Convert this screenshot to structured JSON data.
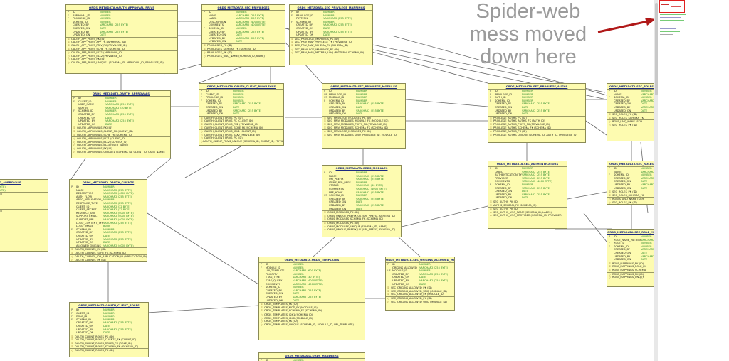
{
  "annotation": {
    "line1": "Spider-web",
    "line2": "mess moved",
    "line3": "down here",
    "arrow_color": "#b01818"
  },
  "colors": {
    "table_fill": "#fdfbb0",
    "title": "#1d2b80",
    "type": "#2a8a2a",
    "wire": "#666666"
  },
  "tables": [
    {
      "id": "t1",
      "title": "ORDS_METADATA.OAUTH_APPROVAL_PRIVS",
      "cols": [
        [
          "P",
          "ID",
          "NUMBER"
        ],
        [
          "F",
          "APPROVAL_ID",
          "NUMBER"
        ],
        [
          "F",
          "PRIVILEGE_ID",
          "NUMBER"
        ],
        [
          "F",
          "SCHEMA_ID",
          "NUMBER"
        ],
        [
          "",
          "CREATED_BY",
          "VARCHAR2 (255 BYTE)"
        ],
        [
          "",
          "CREATED_ON",
          "DATE"
        ],
        [
          "",
          "UPDATED_BY",
          "VARCHAR2 (255 BYTE)"
        ],
        [
          "",
          "UPDATED_ON",
          "DATE"
        ]
      ],
      "keys": [
        "OAUTH_APP_PRIVS_PK (ID)",
        "OAUTH_APP_PRIVS_APP_FK (APPROVAL_ID)",
        "OAUTH_APP_PRIVS_PRIV_FK (PRIVILEGE_ID)",
        "OAUTH_APP_PRIVS_SCHE_FK (SCHEMA_ID)"
      ],
      "indexes": [
        "OAUTH_APP_PRIVS_IDX1 (APPROVAL_ID)",
        "OAUTH_APP_PRIVS_IDX2 (PRIVILEGE_ID)",
        "OAUTH_APP_PRIVS_PK (ID)",
        "OAUTH_APP_PRIVS_UNIQUE1 (SCHEMA_ID, APPROVAL_ID, PRIVILEGE_ID)"
      ]
    },
    {
      "id": "t2",
      "title": "ORDS_METADATA.SEC_PRIVILEGES",
      "cols": [
        [
          "P",
          "ID",
          "NUMBER"
        ],
        [
          "",
          "NAME",
          "VARCHAR2 (255 BYTE)"
        ],
        [
          "",
          "LABEL",
          "VARCHAR2 (255 BYTE)"
        ],
        [
          "",
          "DESCRIPTION",
          "VARCHAR2 (4000 BYTE)"
        ],
        [
          "",
          "COMMENTS",
          "VARCHAR2 (4000 BYTE)"
        ],
        [
          "F",
          "SCHEMA_ID",
          "NUMBER"
        ],
        [
          "",
          "CREATED_BY",
          "VARCHAR2 (255 BYTE)"
        ],
        [
          "",
          "CREATED_ON",
          "DATE"
        ],
        [
          "",
          "UPDATED_BY",
          "VARCHAR2 (255 BYTE)"
        ],
        [
          "",
          "UPDATED_ON",
          "DATE"
        ]
      ],
      "keys": [
        "PRIVILEGES_PK (ID)",
        "PRIVILEGES_SCHEMA_FK (SCHEMA_ID)"
      ],
      "indexes": [
        "PRIVILEGES_PK (ID)",
        "PRIVILEGES_UNQ_NAME (SCHEMA_ID, NAME)"
      ]
    },
    {
      "id": "t3",
      "title": "ORDS_METADATA.SEC_PRIVILEGE_MAPPINGS",
      "cols": [
        [
          "P",
          "ID",
          "NUMBER"
        ],
        [
          "F",
          "PRIVILEGE_ID",
          "NUMBER"
        ],
        [
          "",
          "PATTERN",
          "VARCHAR2 (255 BYTE)"
        ],
        [
          "F",
          "SCHEMA_ID",
          "NUMBER"
        ],
        [
          "",
          "CREATED_BY",
          "VARCHAR2 (255 BYTE)"
        ],
        [
          "",
          "CREATED_ON",
          "DATE"
        ],
        [
          "",
          "UPDATED_BY",
          "VARCHAR2 (255 BYTE)"
        ],
        [
          "",
          "UPDATED_ON",
          "DATE"
        ]
      ],
      "keys": [
        "SEC_PRIVILEGE_MAPPINGS_PK (ID)",
        "SEC_PRIV_MAP_PRIVILEGE_FK (PRIVILEGE_ID)",
        "SEC_PRIV_MAP_SCHEMA_FK (SCHEMA_ID)"
      ],
      "indexes": [
        "SEC_PRIVILEGE_MAPPINGS_PK (ID)",
        "SEC_PRIV_MAP_PATTERN_UNQ (PATTERN, SCHEMA_ID)"
      ]
    },
    {
      "id": "t4",
      "title": "ORDS_METADATA.OAUTH_APPROVALS",
      "cols": [
        [
          "P",
          "ID",
          "NUMBER"
        ],
        [
          "F",
          "CLIENT_ID",
          "NUMBER"
        ],
        [
          "",
          "USER_NAME",
          "VARCHAR2 (255 BYTE)"
        ],
        [
          "",
          "STATUS",
          "VARCHAR2 (30 BYTE)"
        ],
        [
          "F",
          "SCHEMA_ID",
          "NUMBER"
        ],
        [
          "",
          "CREATED_BY",
          "VARCHAR2 (255 BYTE)"
        ],
        [
          "",
          "CREATED_ON",
          "DATE"
        ],
        [
          "",
          "UPDATED_BY",
          "VARCHAR2 (255 BYTE)"
        ],
        [
          "",
          "UPDATED_ON",
          "DATE"
        ]
      ],
      "keys": [
        "OAUTH_APPROVALS_PK (ID)",
        "OAUTH_APPROVALS_CLIENT_FK (CLIENT_ID)",
        "OAUTH_APPROVALS_SCHE_FK (SCHEMA_ID)"
      ],
      "indexes": [
        "OAUTH_APPROVALS_IDX1 (CLIENT_ID)",
        "OAUTH_APPROVALS_IDX2 (SCHEMA_ID)",
        "OAUTH_APPROVALS_IDX3 (USER_NAME)",
        "OAUTH_APPROVALS_PK (ID)",
        "OAUTH_APPROVALS_UNIQUE1 (SCHEMA_ID, CLIENT_ID, USER_NAME)"
      ]
    },
    {
      "id": "t5",
      "title": "ORDS_METADATA.OAUTH_CLIENT_PRIVILEGES",
      "cols": [
        [
          "P",
          "ID",
          "NUMBER"
        ],
        [
          "F",
          "CLIENT_ID",
          "NUMBER"
        ],
        [
          "F",
          "PRIVILEGE_ID",
          "NUMBER"
        ],
        [
          "F",
          "SCHEMA_ID",
          "NUMBER"
        ],
        [
          "",
          "CREATED_BY",
          "VARCHAR2 (255 BYTE)"
        ],
        [
          "",
          "CREATED_ON",
          "DATE"
        ],
        [
          "",
          "UPDATED_BY",
          "VARCHAR2 (255 BYTE)"
        ],
        [
          "",
          "UPDATED_ON",
          "DATE"
        ]
      ],
      "keys": [
        "OAUTH_CLIENT_PRIVS_PK (ID)",
        "OAUTH_CLIENT_PRIVS_FK (CLIENT_ID)",
        "OAUTH_CLIENT_PRIVS_FK2 (PRIVILEGE_ID)",
        "OAUTH_CLIENT_PRIVS_SCHE_FK (SCHEMA_ID)"
      ],
      "indexes": [
        "OAUTH_CLIENT_PRIVS_IDX1 (CLIENT_ID)",
        "OAUTH_CLIENT_PRIVS_IDX2 (PRIVILEGE_ID)",
        "OAUTH_CLIENT_PRIVS_PK (ID)",
        "OAUTH_CLIENT_PRIVS_UNIQUE (SCHEMA_ID, CLIENT_ID, PRIVILEGE_ID)"
      ]
    },
    {
      "id": "t6",
      "title": "ORDS_METADATA.SEC_PRIVILEGE_MODULES",
      "cols": [
        [
          "P",
          "ID",
          "NUMBER"
        ],
        [
          "UF",
          "PRIVILEGE_ID",
          "NUMBER"
        ],
        [
          "UF",
          "MODULE_ID",
          "NUMBER"
        ],
        [
          "F",
          "SCHEMA_ID",
          "NUMBER"
        ],
        [
          "",
          "CREATED_BY",
          "VARCHAR2 (255 BYTE)"
        ],
        [
          "",
          "CREATED_ON",
          "DATE"
        ],
        [
          "",
          "UPDATED_BY",
          "VARCHAR2 (255 BYTE)"
        ],
        [
          "",
          "UPDATED_ON",
          "DATE"
        ]
      ],
      "keys": [
        "SEC_PRIVILEGE_MODULES_PK (ID)",
        "SEC_PRIV_MODULES_MODULE_FK (MODULE_ID)",
        "SEC_PRIV_MODULES_PRIVS_FK (PRIVILEGE_ID)",
        "SEC_PRIV_MODULES_SCHEMA_FK (SCHEMA_ID)"
      ],
      "indexes": [
        "SEC_PRIVILEGE_MODULES_PK (ID)",
        "SEC_PRIV_MODULES_UNQ (PRIVILEGE_ID, MODULE_ID)"
      ]
    },
    {
      "id": "t7",
      "title": "ORDS_METADATA.SEC_PRIVILEGE_AUTHS",
      "cols": [
        [
          "P",
          "ID",
          "NUMBER"
        ],
        [
          "F",
          "PRIVILEGE_ID",
          "NUMBER"
        ],
        [
          "F",
          "AUTH_ID",
          "NUMBER"
        ],
        [
          "F",
          "SCHEMA_ID",
          "NUMBER"
        ],
        [
          "",
          "CREATED_BY",
          "VARCHAR2 (255 BYTE)"
        ],
        [
          "",
          "CREATED_ON",
          "DATE"
        ],
        [
          "",
          "UPDATED_BY",
          "VARCHAR2 (255 BYTE)"
        ],
        [
          "",
          "UPDATED_ON",
          "DATE"
        ]
      ],
      "keys": [
        "PRIVILEGE_AUTHS_PK (ID)",
        "PRIVILEGE_AUTHS_AUTHS_FK (AUTH_ID)",
        "PRIVILEGE_AUTHS_PRIVS_FK (PRIVILEGE_ID)",
        "PRIVILEGE_AUTHS_SCHEMA_FK (SCHEMA_ID)"
      ],
      "indexes": [
        "PRIVILEGE_AUTHS_PK (ID)",
        "PRIVILEGE_AUTHS_UNIQUE (SCHEMA_ID, AUTH_ID, PRIVILEGE_ID)"
      ]
    },
    {
      "id": "t8",
      "title": "ORDS_METADATA.SEC_ROLES",
      "cols": [
        [
          "P",
          "ID",
          "NUMBER"
        ],
        [
          "",
          "NAME",
          "VARCHAR2"
        ],
        [
          "F",
          "SCHEMA_ID",
          "NUMBER"
        ],
        [
          "",
          "CREATED_BY",
          "VARCHAR2"
        ],
        [
          "",
          "CREATED_ON",
          "DATE"
        ],
        [
          "",
          "UPDATED_BY",
          "VARCHAR2"
        ],
        [
          "",
          "UPDATED_ON",
          "DATE"
        ]
      ],
      "keys": [
        "SEC_ROLES_PK (ID)",
        "SEC_ROLES_SCHEMA_FK"
      ],
      "indexes": [
        "ROLE_UNQ_NAME (SCH",
        "SEC_ROLES_PK (ID)"
      ]
    },
    {
      "id": "t9",
      "title": "ORDS_METADATA.SEC_AUTHENTICATORS",
      "cols": [
        [
          "P",
          "ID",
          "NUMBER"
        ],
        [
          "",
          "LABEL",
          "VARCHAR2 (255 BYTE)"
        ],
        [
          "",
          "AUTHENTICATION_TYPE",
          "VARCHAR2 (255 BYTE)"
        ],
        [
          "",
          "PROVIDER",
          "VARCHAR2 (255 BYTE)"
        ],
        [
          "",
          "COMMENTS",
          "VARCHAR2 (4000 BYTE)"
        ],
        [
          "F",
          "SCHEMA_ID",
          "NUMBER"
        ],
        [
          "",
          "CREATED_BY",
          "VARCHAR2 (255 BYTE)"
        ],
        [
          "",
          "CREATED_ON",
          "DATE"
        ],
        [
          "",
          "UPDATED_BY",
          "VARCHAR2 (255 BYTE)"
        ],
        [
          "",
          "UPDATED_ON",
          "DATE"
        ]
      ],
      "keys": [
        "SEC_AUTHS_PK (ID)",
        "AUTHS_SCHEMA_FK (SCHEMA_ID)"
      ],
      "indexes": [
        "SEC_AUTHS_PK (ID)",
        "SEC_AUTHS_UNQ_NAME (SCHEMA_ID, LABEL)",
        "SEC_AUTHS_UNQ_PROVIDER (SCHEMA_ID, PROVIDER)"
      ]
    },
    {
      "id": "t10",
      "title": "ORDS_METADATA.SEC_ROLES",
      "cols": [
        [
          "P",
          "ID",
          "NUMBER"
        ],
        [
          "",
          "NAME",
          "VARCHAR2"
        ],
        [
          "F",
          "SCHEMA_ID",
          "NUMBER"
        ],
        [
          "",
          "CREATED_BY",
          "VARCHAR2"
        ],
        [
          "",
          "CREATED_ON",
          "DATE"
        ],
        [
          "",
          "UPDATED_BY",
          "VARCHAR2"
        ],
        [
          "",
          "UPDATED_ON",
          "DATE"
        ]
      ],
      "keys": [
        "SEC_ROLES_PK (ID)",
        "SEC_ROLES_SCHEMA_FK"
      ],
      "indexes": [
        "ROLES_UNQ_NAME (SCH",
        "SEC_ROLES_PK (ID)"
      ]
    },
    {
      "id": "t11",
      "title": "ORDS_METADATA.OAUTH_CLIENTS",
      "cols": [
        [
          "P",
          "ID",
          "NUMBER"
        ],
        [
          "",
          "NAME",
          "VARCHAR2 (255 BYTE)"
        ],
        [
          "",
          "DESCRIPTION",
          "VARCHAR2 (4000 BYTE)"
        ],
        [
          "",
          "AUTH_FLOW",
          "VARCHAR2 (255 BYTE)"
        ],
        [
          "",
          "AREG_APPLICATION_ID",
          "NUMBER"
        ],
        [
          "",
          "RESPONSE_TYPE",
          "VARCHAR2 (255 BYTE)"
        ],
        [
          "",
          "CLIENT_ID",
          "VARCHAR2 (32 BYTE)"
        ],
        [
          "",
          "CLIENT_SECRET",
          "VARCHAR2 (32 BYTE)"
        ],
        [
          "",
          "REDIRECT_URI",
          "VARCHAR2 (4000 BYTE)"
        ],
        [
          "",
          "SUPPORT_EMAIL",
          "VARCHAR2 (4000 BYTE)"
        ],
        [
          "",
          "SUPPORT_URI",
          "VARCHAR2 (4000 BYTE)"
        ],
        [
          "",
          "LOGO_CONTENT_TYPE",
          "VARCHAR2 (255 BYTE)"
        ],
        [
          "",
          "LOGO_IMAGE",
          "BLOB"
        ],
        [
          "F",
          "SCHEMA_ID",
          "NUMBER"
        ],
        [
          "",
          "CREATED_BY",
          "VARCHAR2 (255 BYTE)"
        ],
        [
          "",
          "CREATED_ON",
          "DATE"
        ],
        [
          "",
          "UPDATED_BY",
          "VARCHAR2 (255 BYTE)"
        ],
        [
          "",
          "UPDATED_ON",
          "DATE"
        ],
        [
          "",
          "ALLOWED_ORIGINS",
          "VARCHAR2 (4000 BYTE)"
        ]
      ],
      "keys": [
        "OAUTH_CLIENTS_PK (ID)",
        "OAUTH_CLIENTS_SCHE_FK (SCHEMA_ID)"
      ],
      "indexes": [
        "OAUTH_CLIENTS_IDX_APPLICATION_ID (APPLICATION_ID)",
        "OAUTH_CLIENTS_PK (ID)",
        "OAUTH_CLIENTS_UNIQUE (SCHEMA_ID, NAME)",
        "OAUTH_CLIENTS_UNIQUE3 (SCHEMA_ID, CLIENT_ID)"
      ]
    },
    {
      "id": "t12",
      "title": "ORDS_METADATA.ORDS_MODULES",
      "cols": [
        [
          "P",
          "ID",
          "NUMBER"
        ],
        [
          "",
          "NAME",
          "VARCHAR2 (255 BYTE)"
        ],
        [
          "",
          "URI_PREFIX",
          "VARCHAR2 (255 BYTE)"
        ],
        [
          "",
          "ITEMS_PER_PAGE",
          "NUMBER"
        ],
        [
          "",
          "STATUS",
          "VARCHAR2 (30 BYTE)"
        ],
        [
          "",
          "COMMENTS",
          "VARCHAR2 (4000 BYTE)"
        ],
        [
          "",
          "PRE_HOOK",
          "VARCHAR2 (255 BYTE)"
        ],
        [
          "UF",
          "SCHEMA_ID",
          "NUMBER"
        ],
        [
          "",
          "CREATED_BY",
          "VARCHAR2 (255 BYTE)"
        ],
        [
          "",
          "CREATED_ON",
          "DATE"
        ],
        [
          "",
          "UPDATED_BY",
          "VARCHAR2 (255 BYTE)"
        ],
        [
          "",
          "UPDATED_ON",
          "DATE"
        ]
      ],
      "keys": [
        "ORDS_MODULES_PK (ID)",
        "ORDS_UNIQUE_PREFIX_UK (URI_PREFIX, SCHEMA_ID)",
        "ORDS_MODULES_SCHEMA_FK (SCHEMA_ID)"
      ],
      "indexes": [
        "ORDS_MODULES_PK (ID)",
        "ORDS_MODULES_UNIQUE (SCHEMA_ID, NAME)",
        "ORDS_UNIQUE_PREFIX_UK (URI_PREFIX, SCHEMA_ID)"
      ]
    },
    {
      "id": "t13",
      "title": "ORDS_METADATA.SEC_ROLE_MAPPINGS",
      "cols": [
        [
          "P",
          "ID",
          "NUMBER"
        ],
        [
          "",
          "ROLE_NAME_PATTERN",
          "VARCHAR2"
        ],
        [
          "F",
          "ROLE_ID",
          "NUMBER"
        ],
        [
          "F",
          "SCHEMA_ID",
          "NUMBER"
        ],
        [
          "",
          "CREATED_BY",
          "VARCHAR2"
        ],
        [
          "",
          "CREATED_ON",
          "DATE"
        ],
        [
          "",
          "UPDATED_BY",
          "VARCHAR2"
        ],
        [
          "",
          "UPDATED_ON",
          "DATE"
        ]
      ],
      "keys": [
        "ROLE_MAPPINGS_PK (ID)",
        "ROLE_MAPPINGS_ROLE_FK",
        "ROLE_MAPPINGS_SCHEMA"
      ],
      "indexes": [
        "ROLE_MAPPINGS_PK (ID)",
        "ROLE_MAPPINGS_UNQ (R"
      ]
    },
    {
      "id": "t14",
      "title": "ORDS_METADATA.ORDS_TEMPLATES",
      "cols": [
        [
          "P",
          "ID",
          "NUMBER"
        ],
        [
          "F",
          "MODULE_ID",
          "NUMBER"
        ],
        [
          "",
          "URI_TEMPLATE",
          "VARCHAR2 (600 BYTE)"
        ],
        [
          "",
          "PRIORITY",
          "NUMBER"
        ],
        [
          "",
          "ETAG_TYPE",
          "VARCHAR2 (30 BYTE)"
        ],
        [
          "",
          "ETAG_QUERY",
          "VARCHAR2 (4000 BYTE)"
        ],
        [
          "",
          "COMMENTS",
          "VARCHAR2 (4000 BYTE)"
        ],
        [
          "F",
          "SCHEMA_ID",
          "NUMBER"
        ],
        [
          "",
          "CREATED_BY",
          "VARCHAR2 (255 BYTE)"
        ],
        [
          "",
          "CREATED_ON",
          "DATE"
        ],
        [
          "",
          "UPDATED_BY",
          "VARCHAR2 (255 BYTE)"
        ],
        [
          "",
          "UPDATED_ON",
          "DATE"
        ]
      ],
      "keys": [
        "ORDS_TEMPLATES_PK (ID)",
        "ORDS_TEMPLATES_MOD_FK (MODULE_ID)",
        "ORDS_TEMPLATES_SCHEMA_FK (SCHEMA_ID)"
      ],
      "indexes": [
        "ORDS_TEMPLATES_IDX1 (SCHEMA_ID)",
        "ORDS_TEMPLATES_IDX2 (MODULE_ID)",
        "ORDS_TEMPLATES_PK (ID)",
        "ORDS_TEMPLATES_UNIQUE (SCHEMA_ID, MODULE_ID, URI_TEMPLATE)"
      ]
    },
    {
      "id": "t15",
      "title": "ORDS_METADATA.SEC_ORIGINS_ALLOWED_MODULES",
      "cols": [
        [
          "P",
          "ID",
          "NUMBER"
        ],
        [
          "",
          "ORIGINS_ALLOWED",
          "VARCHAR2 (255 BYTE)"
        ],
        [
          "UF",
          "MODULE_ID",
          "NUMBER"
        ],
        [
          "",
          "CREATED_BY",
          "VARCHAR2 (255 BYTE)"
        ],
        [
          "",
          "CREATED_ON",
          "DATE"
        ],
        [
          "",
          "UPDATED_BY",
          "VARCHAR2 (255 BYTE)"
        ],
        [
          "",
          "UPDATED_ON",
          "DATE"
        ]
      ],
      "keys": [
        "SEC_ORIGINS_ALLOWED_PK (ID)",
        "SEC_ORIGINS_ALLOWED_UNQ (MODULE_ID)",
        "SEC_ORIGINS_ALLOWED_FK (MODULE_ID)"
      ],
      "indexes": [
        "SEC_ORIGINS_ALLOWED_PK (ID)",
        "SEC_ORIGINS_ALLOWED_UNQ (MODULE_ID)"
      ]
    },
    {
      "id": "t16",
      "title": "ORDS_METADATA.OAUTH_CLIENT_ROLES",
      "cols": [
        [
          "P",
          "ID",
          "NUMBER"
        ],
        [
          "F",
          "CLIENT_ID",
          "NUMBER"
        ],
        [
          "F",
          "ROLE_ID",
          "NUMBER"
        ],
        [
          "F",
          "SCHEMA_ID",
          "NUMBER"
        ],
        [
          "",
          "CREATED_BY",
          "VARCHAR2 (255 BYTE)"
        ],
        [
          "",
          "CREATED_ON",
          "DATE"
        ],
        [
          "",
          "UPDATED_BY",
          "VARCHAR2 (255 BYTE)"
        ],
        [
          "",
          "UPDATED_ON",
          "DATE"
        ]
      ],
      "keys": [
        "OAUTH_CLIENT_ROLES_PK (ID)",
        "OAUTH_CLIENT_ROLES_CLIENTS_FK (CLIENT_ID)",
        "OAUTH_CLIENT_ROLES_ROLES_FK (ROLE_ID)",
        "OAUTH_CLIENT_ROLES_SCHEMA_FK (SCHEMA_ID)"
      ],
      "indexes": [
        "OAUTH_CLIENT_ROLES_PK (ID)"
      ]
    },
    {
      "id": "t17",
      "title": "ORDS_METADATA.ORDS_HANDLERS",
      "cols": [
        [
          "P",
          "ID",
          "NUMBER"
        ]
      ],
      "keys": [],
      "indexes": []
    },
    {
      "id": "t18",
      "title": "...PENDING_APPROVALS",
      "cols": [
        [
          "",
          "",
          "(255 BYTE)"
        ],
        [
          "",
          "",
          "(255 BYTE)"
        ]
      ],
      "keys": [
        "(APPROVAL_ID, CLIENT_STATE)",
        "OVAL_ID)",
        "PROVAL_ID)",
        "SCHEMA_ID)",
        "DATED_BY)"
      ],
      "indexes": [
        "(APPROVAL_ID, CLIENT_STATE)"
      ]
    }
  ]
}
